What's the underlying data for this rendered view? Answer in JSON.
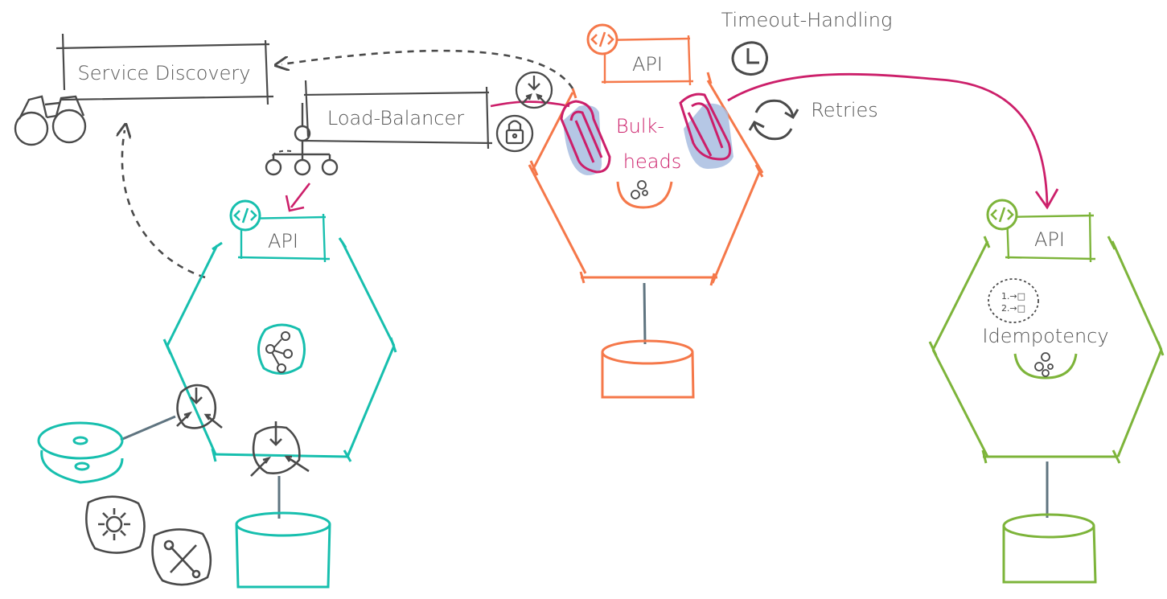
{
  "labels": {
    "service_discovery": "Service Discovery",
    "load_balancer": "Load-Balancer",
    "timeout_handling": "Timeout-Handling",
    "retries": "Retries",
    "bulkheads_line1": "Bulk-",
    "bulkheads_line2": "heads",
    "idempotency": "Idempotency",
    "api_left": "API",
    "api_center": "API",
    "api_right": "API",
    "idem_step1": "1.→□",
    "idem_step2": "2.→□"
  },
  "colors": {
    "teal": "#17bfae",
    "orange": "#f5784a",
    "green": "#7db43a",
    "magenta": "#cc1f6a",
    "gray": "#4a4a4a",
    "connector": "#5f7480",
    "bulkhead_shadow": "#a8bde0"
  },
  "icons": [
    "binoculars-icon",
    "load-balancer-tree-icon",
    "code-icon",
    "circuit-breaker-icon",
    "lock-icon",
    "clock-icon",
    "retry-icon",
    "node-graph-icon",
    "database-icon",
    "disk-stack-icon",
    "gear-icon",
    "tools-icon",
    "idempotency-list-icon"
  ]
}
